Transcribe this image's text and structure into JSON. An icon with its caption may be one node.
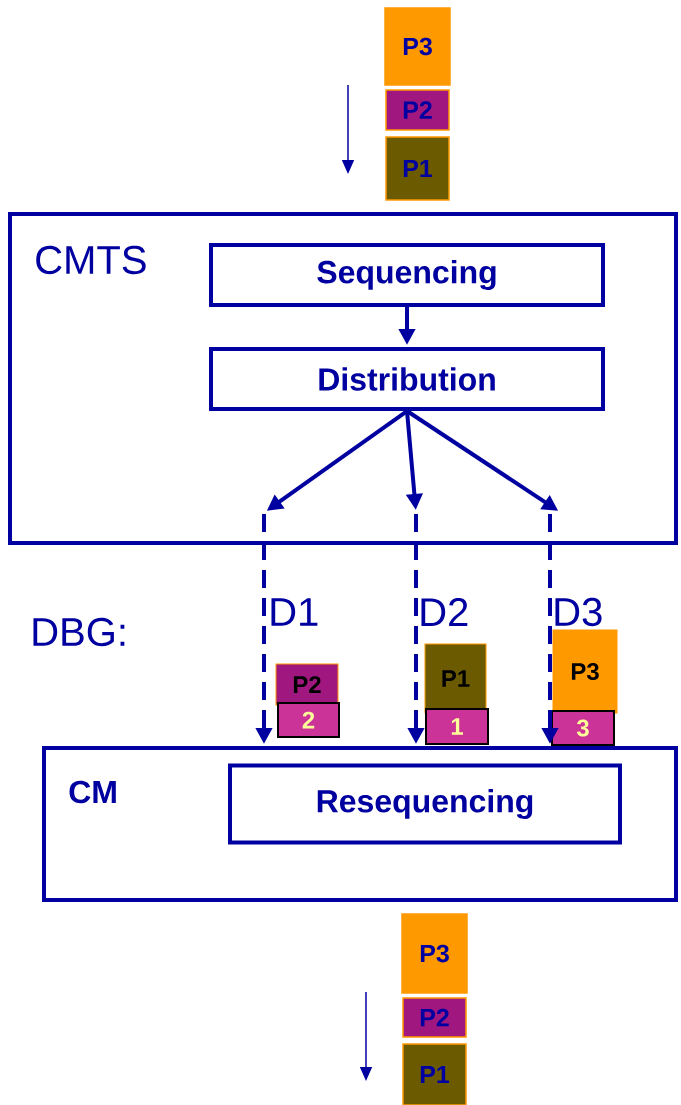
{
  "diagram": {
    "nodes": [
      {
        "text": [
          "P3"
        ]
      },
      {
        "text": [
          "P2"
        ]
      },
      {
        "text": [
          "P1"
        ]
      },
      {
        "text": [
          "CMTS"
        ]
      },
      {
        "text": [
          "Sequencing"
        ],
        "in": 3
      },
      {
        "text": [
          "Distribution"
        ],
        "in": 3
      },
      {
        "text": [
          "CM"
        ]
      },
      {
        "text": [
          "Resequencing"
        ],
        "in": 6
      },
      {
        "text": [
          "P2"
        ]
      },
      {
        "text": [
          "2"
        ]
      },
      {
        "text": [
          "P1"
        ]
      },
      {
        "text": [
          "1"
        ]
      },
      {
        "text": [
          "P3"
        ]
      },
      {
        "text": [
          "3"
        ]
      },
      {
        "text": [
          "P3"
        ]
      },
      {
        "text": [
          "P2"
        ]
      },
      {
        "text": [
          "P1"
        ]
      }
    ],
    "edges": [
      {
        "from": 4,
        "to": 5,
        "arrow": "to"
      },
      {
        "from": 5,
        "to": null,
        "arrow": "to"
      },
      {
        "from": 5,
        "to": null,
        "arrow": "to"
      },
      {
        "from": 5,
        "to": null,
        "arrow": "to"
      },
      {
        "from": null,
        "to": 6,
        "arrow": "to",
        "style": "dashed"
      },
      {
        "from": null,
        "to": 6,
        "arrow": "to",
        "style": "dashed"
      },
      {
        "from": null,
        "to": 6,
        "arrow": "to",
        "style": "dashed"
      }
    ],
    "labels": [
      "DBG:",
      "D1",
      "D2",
      "D3"
    ]
  }
}
